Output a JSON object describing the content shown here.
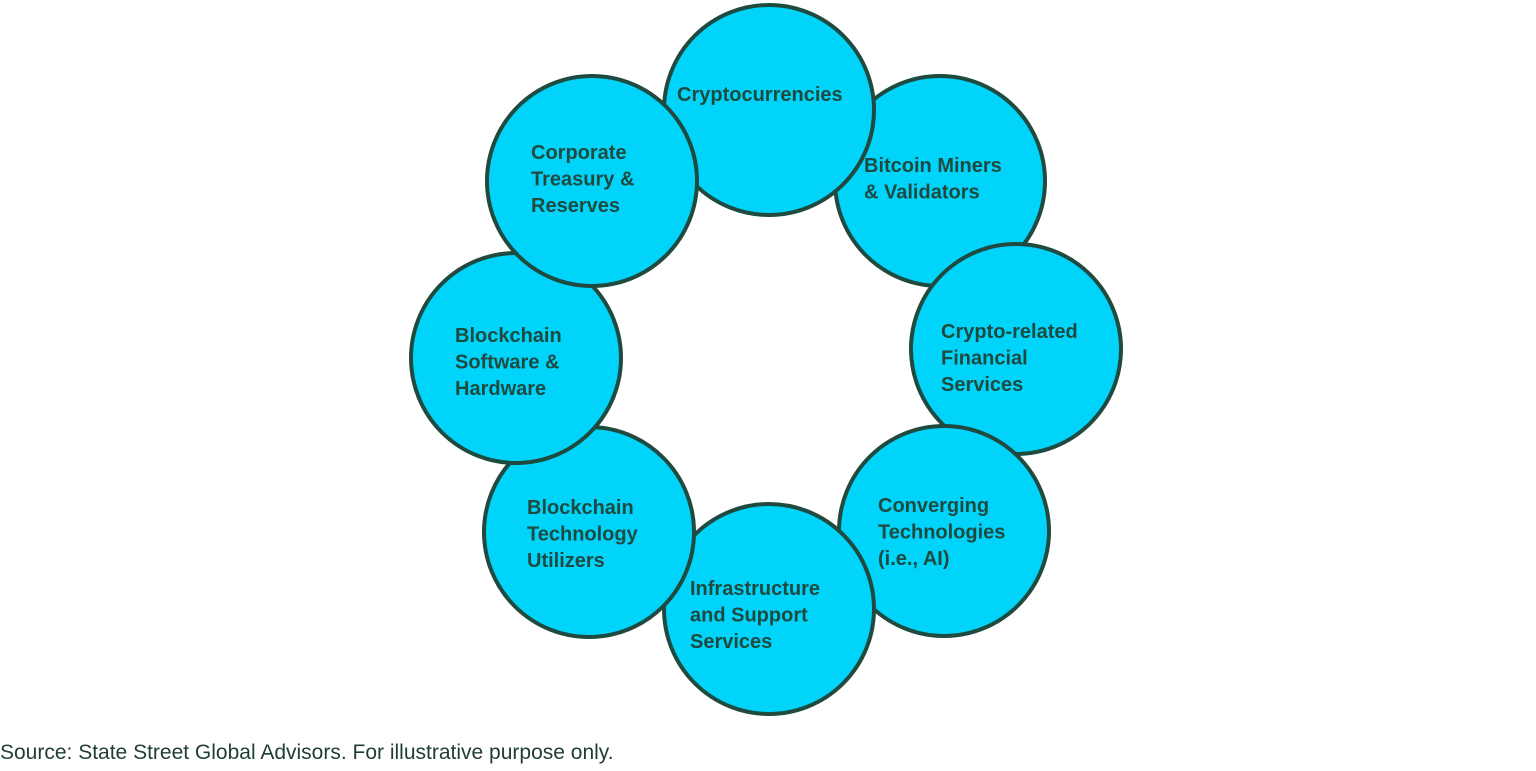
{
  "diagram": {
    "nodes": [
      {
        "id": "cryptocurrencies",
        "lines": [
          "Cryptocurrencies"
        ]
      },
      {
        "id": "bitcoin-miners",
        "lines": [
          "Bitcoin Miners",
          "& Validators"
        ]
      },
      {
        "id": "crypto-financial-services",
        "lines": [
          "Crypto-related",
          "Financial",
          "Services"
        ]
      },
      {
        "id": "converging-technologies",
        "lines": [
          "Converging",
          "Technologies",
          "(i.e., AI)"
        ]
      },
      {
        "id": "infrastructure-support",
        "lines": [
          "Infrastructure",
          "and Support",
          "Services"
        ]
      },
      {
        "id": "blockchain-utilizers",
        "lines": [
          "Blockchain",
          "Technology",
          "Utilizers"
        ]
      },
      {
        "id": "blockchain-software-hardware",
        "lines": [
          "Blockchain",
          "Software &",
          "Hardware"
        ]
      },
      {
        "id": "corporate-treasury",
        "lines": [
          "Corporate",
          "Treasury &",
          "Reserves"
        ]
      }
    ]
  },
  "footer": {
    "source": "Source: State Street Global Advisors. For illustrative purpose only."
  },
  "colors": {
    "circle_fill": "#00d4fa",
    "circle_stroke": "#1f4a3f",
    "label_text": "#1e4a3f"
  }
}
